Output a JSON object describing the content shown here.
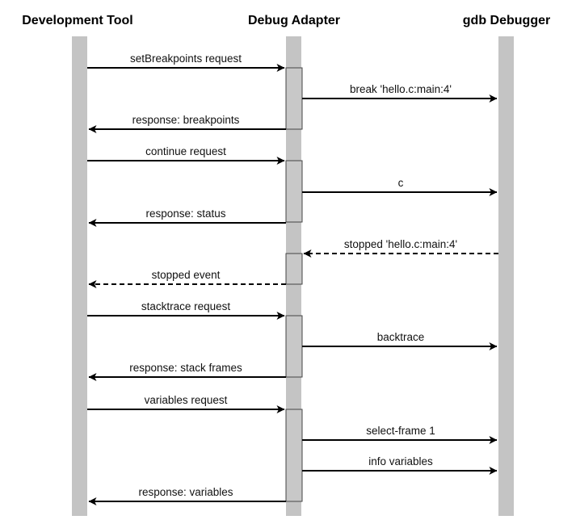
{
  "diagram": {
    "type": "sequence",
    "participants": [
      {
        "id": "devtool",
        "label": "Development Tool"
      },
      {
        "id": "adapter",
        "label": "Debug Adapter"
      },
      {
        "id": "gdb",
        "label": "gdb Debugger"
      }
    ],
    "colors": {
      "lifeline": "#c4c4c4",
      "activation_fill": "#c8c8c8",
      "activation_stroke": "#444444",
      "arrow": "#000000",
      "text": "#111111"
    },
    "messages": [
      {
        "from": "devtool",
        "to": "adapter",
        "label": "setBreakpoints request",
        "style": "solid"
      },
      {
        "from": "adapter",
        "to": "gdb",
        "label": "break 'hello.c:main:4'",
        "style": "solid"
      },
      {
        "from": "adapter",
        "to": "devtool",
        "label": "response: breakpoints",
        "style": "solid"
      },
      {
        "from": "devtool",
        "to": "adapter",
        "label": "continue request",
        "style": "solid"
      },
      {
        "from": "adapter",
        "to": "gdb",
        "label": "c",
        "style": "solid"
      },
      {
        "from": "adapter",
        "to": "devtool",
        "label": "response: status",
        "style": "solid"
      },
      {
        "from": "gdb",
        "to": "adapter",
        "label": "stopped 'hello.c:main:4'",
        "style": "dashed"
      },
      {
        "from": "adapter",
        "to": "devtool",
        "label": "stopped event",
        "style": "dashed"
      },
      {
        "from": "devtool",
        "to": "adapter",
        "label": "stacktrace request",
        "style": "solid"
      },
      {
        "from": "adapter",
        "to": "gdb",
        "label": "backtrace",
        "style": "solid"
      },
      {
        "from": "adapter",
        "to": "devtool",
        "label": "response: stack frames",
        "style": "solid"
      },
      {
        "from": "devtool",
        "to": "adapter",
        "label": "variables request",
        "style": "solid"
      },
      {
        "from": "adapter",
        "to": "gdb",
        "label": "select-frame 1",
        "style": "solid"
      },
      {
        "from": "adapter",
        "to": "gdb",
        "label": "info variables",
        "style": "solid"
      },
      {
        "from": "adapter",
        "to": "devtool",
        "label": "response: variables",
        "style": "solid"
      }
    ]
  }
}
